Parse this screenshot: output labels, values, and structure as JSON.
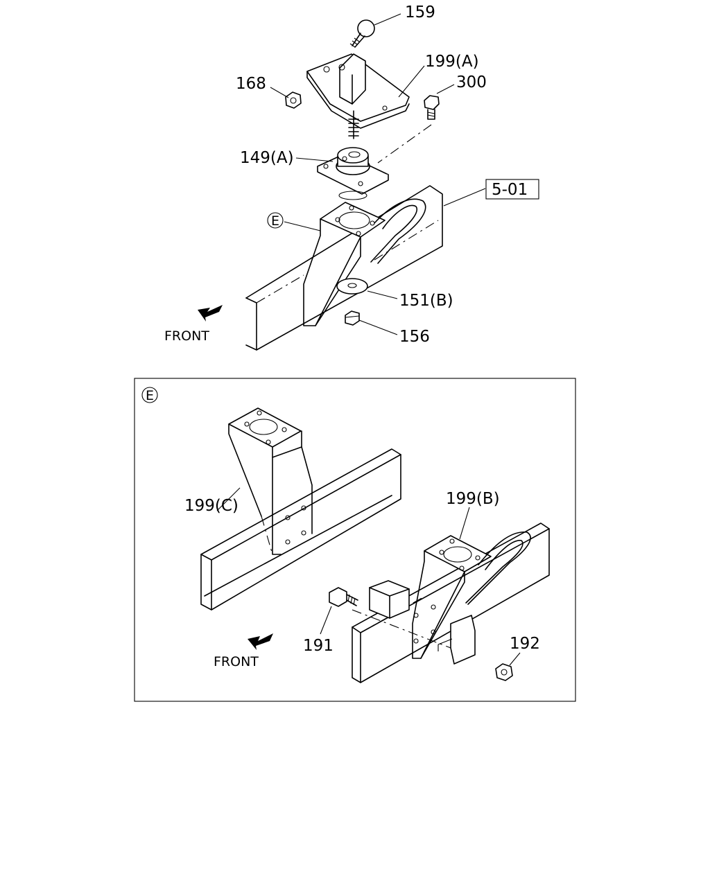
{
  "labels": {
    "p159": "159",
    "p199a": "199(A)",
    "p168": "168",
    "p300": "300",
    "p149a": "149(A)",
    "p5_01": "5-01",
    "pE": "E",
    "p151b": "151(B)",
    "p156": "156",
    "front1": "FRONT",
    "detailE": "E",
    "p199c": "199(C)",
    "p199b": "199(B)",
    "p191": "191",
    "p192": "192",
    "front2": "FRONT"
  }
}
